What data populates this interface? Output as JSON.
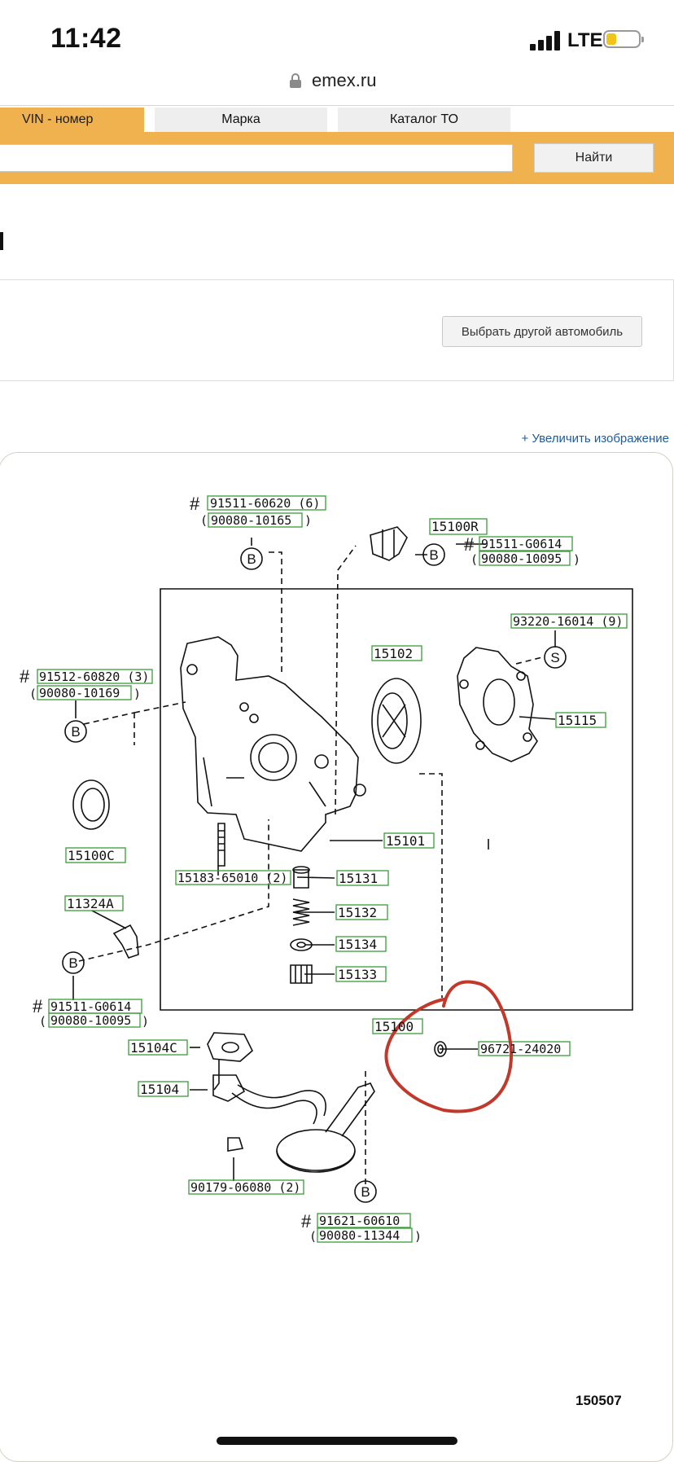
{
  "status_bar": {
    "time": "11:42",
    "network": "LTE"
  },
  "address_bar": {
    "url": "emex.ru"
  },
  "tabs": [
    {
      "label": "VIN - номер",
      "active": true
    },
    {
      "label": "Марка",
      "active": false
    },
    {
      "label": "Каталог ТО",
      "active": false
    }
  ],
  "search": {
    "button_label": "Найти",
    "value": ""
  },
  "vehicle_panel": {
    "button_label": "Выбрать другой автомобиль"
  },
  "zoom_link": "+ Увеличить изображение",
  "colors": {
    "accent": "#f0b24e",
    "link": "#1d5b9c",
    "highlight_circle": "#c0392b",
    "callout_frame": "#3a9b3a"
  },
  "diagram": {
    "figure_number": "150507",
    "parts": {
      "p_91511_60620": "91511-60620 (6)",
      "p_90080_10165": "90080-10165",
      "p_15100R": "15100R",
      "p_91511_G0614a": "91511-G0614",
      "p_90080_10095a": "90080-10095",
      "p_93220": "93220-16014 (9)",
      "p_91512": "91512-60820 (3)",
      "p_90080_10169": "90080-10169",
      "p_15102": "15102",
      "p_15115": "15115",
      "p_15100C": "15100C",
      "p_15101": "15101",
      "p_15183": "15183-65010 (2)",
      "p_15131": "15131",
      "p_15132": "15132",
      "p_11324A": "11324A",
      "p_15134": "15134",
      "p_15133": "15133",
      "p_91511_G0614b": "91511-G0614",
      "p_90080_10095b": "90080-10095",
      "p_15100": "15100",
      "p_15104C": "15104C",
      "p_96721": "96721-24020",
      "p_15104": "15104",
      "p_90179": "90179-06080 (2)",
      "p_91621": "91621-60610",
      "p_90080_11344": "90080-11344"
    },
    "markers": {
      "bolt_ref": "B",
      "screw_ref": "S",
      "hash": "#",
      "paren_open": "(",
      "paren_close": ")"
    }
  }
}
